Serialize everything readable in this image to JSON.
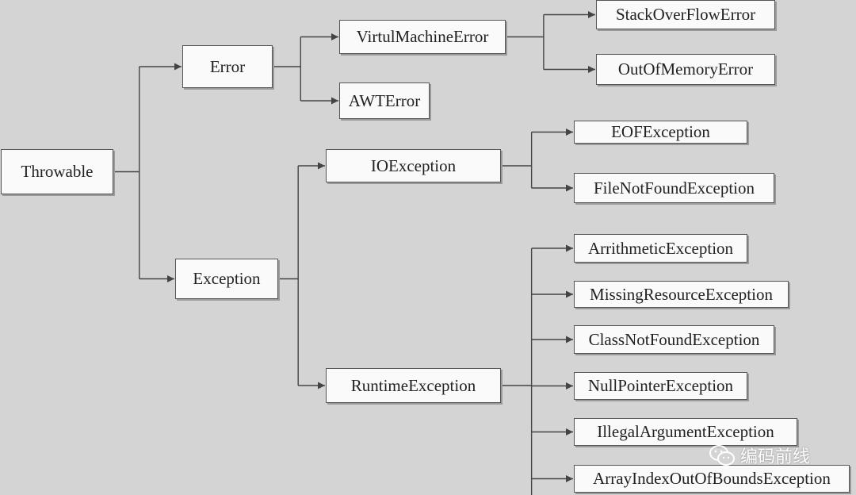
{
  "diagram": {
    "nodes": [
      {
        "id": "throwable",
        "label": "Throwable"
      },
      {
        "id": "error",
        "label": "Error"
      },
      {
        "id": "exception",
        "label": "Exception"
      },
      {
        "id": "vme",
        "label": "VirtulMachineError"
      },
      {
        "id": "awt",
        "label": "AWTError"
      },
      {
        "id": "soe",
        "label": "StackOverFlowError"
      },
      {
        "id": "oom",
        "label": "OutOfMemoryError"
      },
      {
        "id": "ioe",
        "label": "IOException"
      },
      {
        "id": "rte",
        "label": "RuntimeException"
      },
      {
        "id": "eof",
        "label": "EOFException"
      },
      {
        "id": "fnf",
        "label": "FileNotFoundException"
      },
      {
        "id": "arith",
        "label": "ArrithmeticException"
      },
      {
        "id": "mre",
        "label": "MissingResourceException"
      },
      {
        "id": "cnf",
        "label": "ClassNotFoundException"
      },
      {
        "id": "npe",
        "label": "NullPointerException"
      },
      {
        "id": "iae",
        "label": "IllegalArgumentException"
      },
      {
        "id": "aioobe",
        "label": "ArrayIndexOutOfBoundsException"
      }
    ],
    "edges": [
      {
        "from": "throwable",
        "to": "error"
      },
      {
        "from": "throwable",
        "to": "exception"
      },
      {
        "from": "error",
        "to": "vme"
      },
      {
        "from": "error",
        "to": "awt"
      },
      {
        "from": "vme",
        "to": "soe"
      },
      {
        "from": "vme",
        "to": "oom"
      },
      {
        "from": "exception",
        "to": "ioe"
      },
      {
        "from": "exception",
        "to": "rte"
      },
      {
        "from": "ioe",
        "to": "eof"
      },
      {
        "from": "ioe",
        "to": "fnf"
      },
      {
        "from": "rte",
        "to": "arith"
      },
      {
        "from": "rte",
        "to": "mre"
      },
      {
        "from": "rte",
        "to": "cnf"
      },
      {
        "from": "rte",
        "to": "npe"
      },
      {
        "from": "rte",
        "to": "iae"
      },
      {
        "from": "rte",
        "to": "aioobe"
      }
    ]
  },
  "watermark": {
    "text": "编码前线",
    "icon": "wechat-icon"
  },
  "colors": {
    "background": "#d4d4d4",
    "box": "#fafafa",
    "line": "#444444",
    "text": "#222222"
  }
}
